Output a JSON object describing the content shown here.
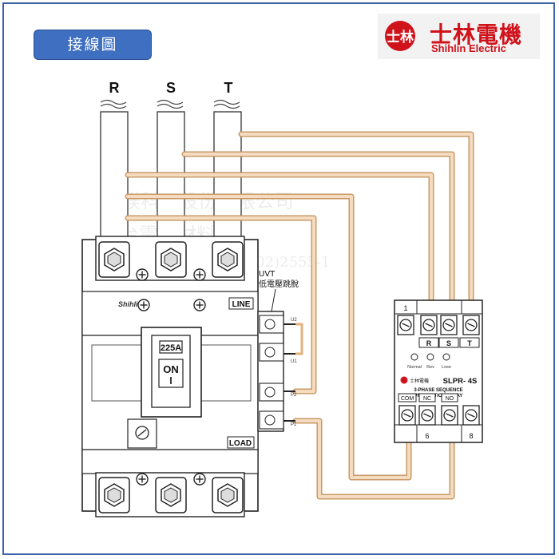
{
  "header": {
    "title": "接線圖"
  },
  "brand": {
    "logo_mark": "士林",
    "name_cn": "士林電機",
    "name_en": "Shihlin Electric",
    "color": "#d0121b"
  },
  "phases": [
    "R",
    "S",
    "T"
  ],
  "breaker": {
    "brand_label": "Shihlin",
    "rating": "225A",
    "switch_state": "ON",
    "line_label": "LINE",
    "load_label": "LOAD",
    "uvt_label": "UVT",
    "uvt_desc": "低電壓跳脫",
    "terminals": [
      "U2",
      "U1",
      "P2",
      "P1"
    ]
  },
  "relay": {
    "model": "SLPR- 4S",
    "desc_line1": "3-PHASE SEQUENCE",
    "desc_line2": "PROTECTION RELAY",
    "brand": "士林電機",
    "top_number": "1",
    "top_terminals": [
      "R",
      "S",
      "T"
    ],
    "indicators": [
      "Normal",
      "Rev",
      "Lose"
    ],
    "bottom_terminals": [
      "COM",
      "NC",
      "NO"
    ],
    "bottom_numbers": [
      "6",
      "8"
    ]
  },
  "watermark": {
    "line1": "丁鎂科技股份有限公司",
    "line2": "台電機材料行",
    "line3": "TEL:(02)2555-1"
  },
  "colors": {
    "wire": "#e3b27c",
    "frame": "#3b63a8",
    "title_bg": "#3e6fc0"
  }
}
